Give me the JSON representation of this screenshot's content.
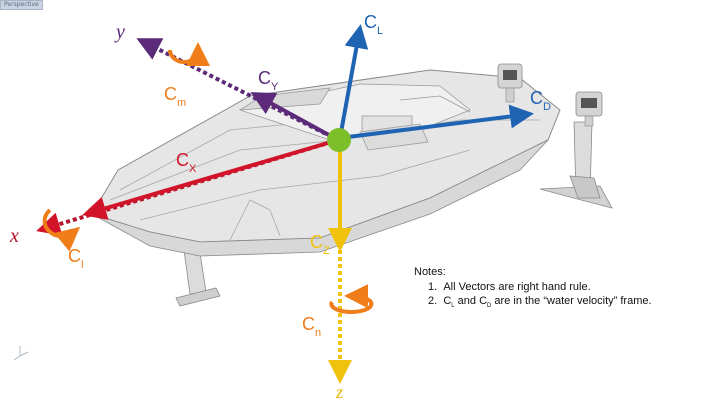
{
  "viewport": {
    "tab_label": "Perspective"
  },
  "axes": {
    "x": "x",
    "y": "y",
    "z": "z"
  },
  "coefficients": {
    "lift": {
      "main": "C",
      "sub": "L"
    },
    "drag": {
      "main": "C",
      "sub": "D"
    },
    "side": {
      "main": "C",
      "sub": "Y"
    },
    "axial": {
      "main": "C",
      "sub": "X"
    },
    "normal": {
      "main": "C",
      "sub": "Z"
    },
    "pitch": {
      "main": "C",
      "sub": "m"
    },
    "roll": {
      "main": "C",
      "sub": "l"
    },
    "yaw": {
      "main": "C",
      "sub": "n"
    }
  },
  "notes": {
    "title": "Notes:",
    "items": [
      {
        "number": "1.",
        "text": "All Vectors are right hand rule."
      },
      {
        "number": "2.",
        "c1": "C",
        "s1": "L",
        "and": " and ",
        "c2": "C",
        "s2": "D",
        "rest": " are in the “water velocity” frame."
      }
    ]
  },
  "colors": {
    "x_axis": "#b5162b",
    "y_axis": "#5b2a78",
    "z_axis": "#f0c20c",
    "lift_drag": "#1f63b3",
    "moments": "#ef7d1a",
    "cg": "#7dbf2a",
    "boat_fill": "#e6e6e6",
    "boat_line": "#8a8a8a"
  }
}
